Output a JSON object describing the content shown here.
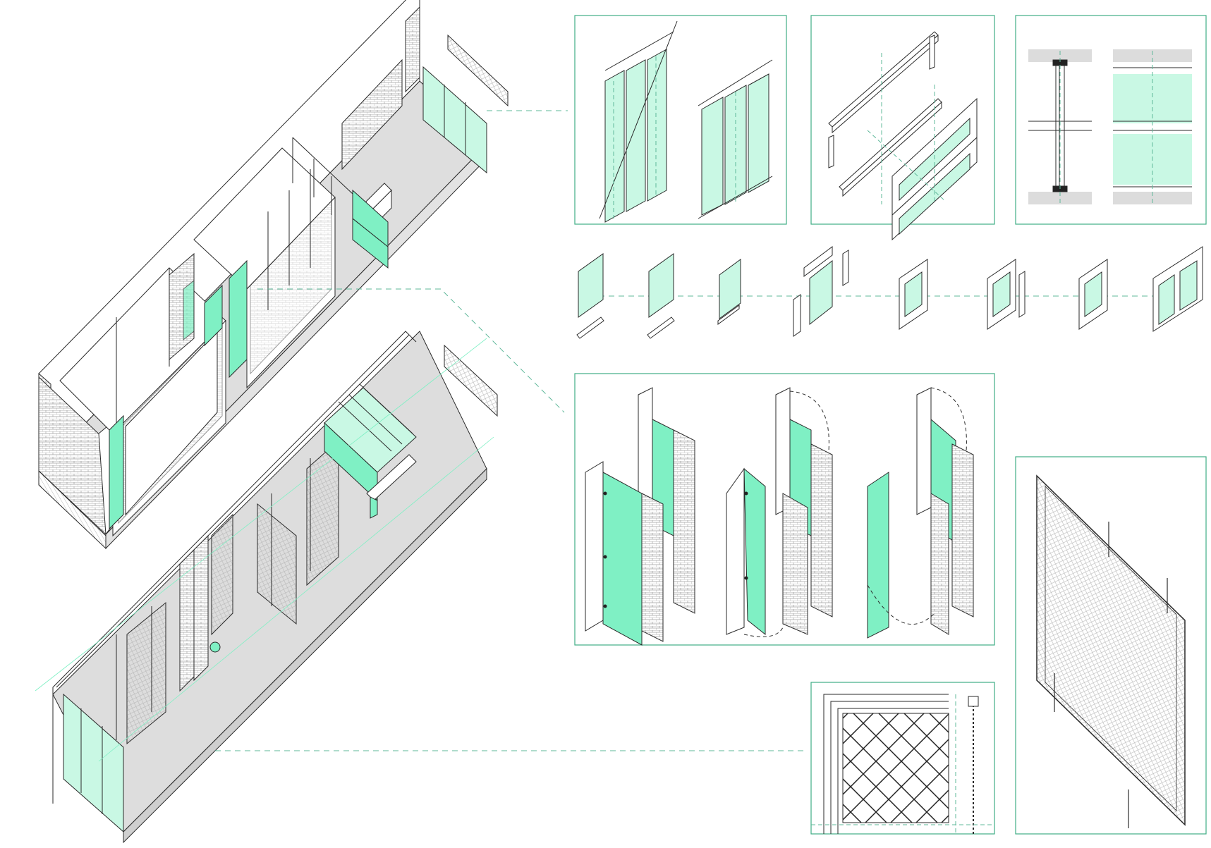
{
  "colors": {
    "background": "#ffffff",
    "line": "#2a2a2a",
    "thin_line": "#6a6a6a",
    "accent_fill": "#7ff0c4",
    "accent_light": "#c9f8e4",
    "accent_dash": "#5fb89a",
    "floor": "#dcdcdc",
    "panel_border": "#3fae86",
    "brick": "#9a9a9a"
  },
  "icons": {
    "hinge": "dot-icon",
    "fastener": "square-icon"
  },
  "panels": [
    {
      "id": "sliding-panels",
      "content": "sliding-glass-panels-isometric"
    },
    {
      "id": "frame-exploded",
      "content": "window-frame-exploded-isometric"
    },
    {
      "id": "section-detail",
      "content": "glazing-section-and-elevation"
    },
    {
      "id": "folding-doors",
      "content": "folding-door-sequence"
    },
    {
      "id": "mesh-detail",
      "content": "diamond-mesh-detail"
    },
    {
      "id": "mesh-screen",
      "content": "mesh-screen-isometric"
    }
  ],
  "assembly_sequence_steps": 8
}
